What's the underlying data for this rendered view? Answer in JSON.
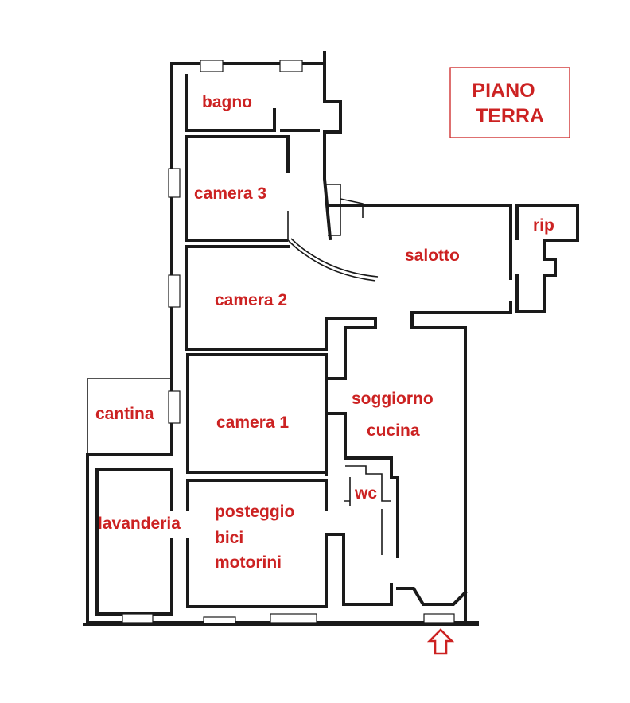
{
  "title": {
    "line1": "PIANO",
    "line2": "TERRA"
  },
  "rooms": {
    "bagno": "bagno",
    "camera3": "camera 3",
    "salotto": "salotto",
    "rip": "rip",
    "camera2": "camera 2",
    "soggiorno": "soggiorno",
    "cucina": "cucina",
    "cantina": "cantina",
    "camera1": "camera 1",
    "wc": "wc",
    "lavanderia": "lavanderia",
    "posteggio": "posteggio",
    "bici": "bici",
    "motorini": "motorini"
  },
  "colors": {
    "labels": "#cc2222",
    "walls": "#1a1a1a",
    "background": "#ffffff"
  },
  "icons": {
    "entrance": "up-arrow-icon"
  }
}
